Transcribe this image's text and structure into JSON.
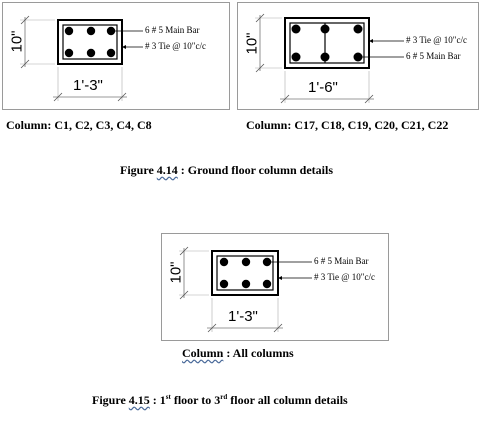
{
  "figure_14": {
    "panel_left": {
      "height_dim": "10\"",
      "width_dim": "1'-3\"",
      "label_main_bar": "6 # 5 Main Bar",
      "label_tie": "# 3 Tie @ 10\"c/c",
      "column_caption": "Column: C1, C2, C3, C4, C8"
    },
    "panel_right": {
      "height_dim": "10\"",
      "width_dim": "1'-6\"",
      "label_tie": "# 3 Tie @ 10\"c/c",
      "label_main_bar": "6 # 5 Main Bar",
      "column_caption": "Column: C17, C18, C19, C20, C21, C22"
    },
    "caption_prefix": "Figure ",
    "caption_number": "4.14",
    "caption_text": " : Ground floor column details"
  },
  "figure_15": {
    "panel": {
      "height_dim": "10\"",
      "width_dim": "1'-3\"",
      "label_main_bar": "6 # 5 Main Bar",
      "label_tie": "# 3 Tie @ 10\"c/c"
    },
    "column_caption_word": "Column",
    "column_caption_rest": " : All columns",
    "caption_prefix": "Figure ",
    "caption_number": "4.15",
    "caption_sep": " :  ",
    "floor_1_num": "1",
    "floor_1_sup": "st",
    "caption_mid": " floor to ",
    "floor_3_num": "3",
    "floor_3_sup": "rd",
    "caption_end": " floor all column details"
  }
}
